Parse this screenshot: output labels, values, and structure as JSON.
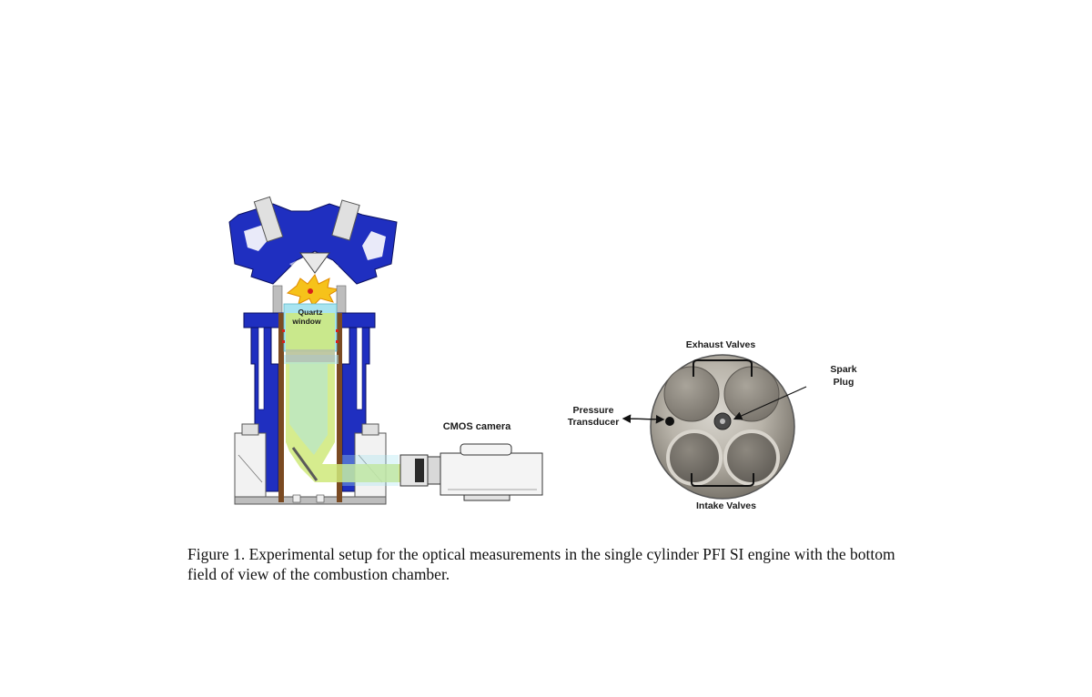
{
  "figure": {
    "engine_labels": {
      "quartz_line1": "Quartz",
      "quartz_line2": "window",
      "camera": "CMOS camera"
    },
    "chamber_labels": {
      "exhaust_valves": "Exhaust Valves",
      "spark_plug_line1": "Spark",
      "spark_plug_line2": "Plug",
      "pressure_line1": "Pressure",
      "pressure_line2": "Transducer",
      "intake_valves": "Intake Valves"
    },
    "caption": "Figure 1. Experimental setup for the optical measurements in the single cylinder PFI SI engine with the bottom field of view of the combustion chamber."
  },
  "colors": {
    "engine_blue": "#1f2fc0",
    "light_green": "#cfe97a",
    "light_cyan": "#a8e4f0",
    "spark_yellow": "#f6c21a"
  }
}
